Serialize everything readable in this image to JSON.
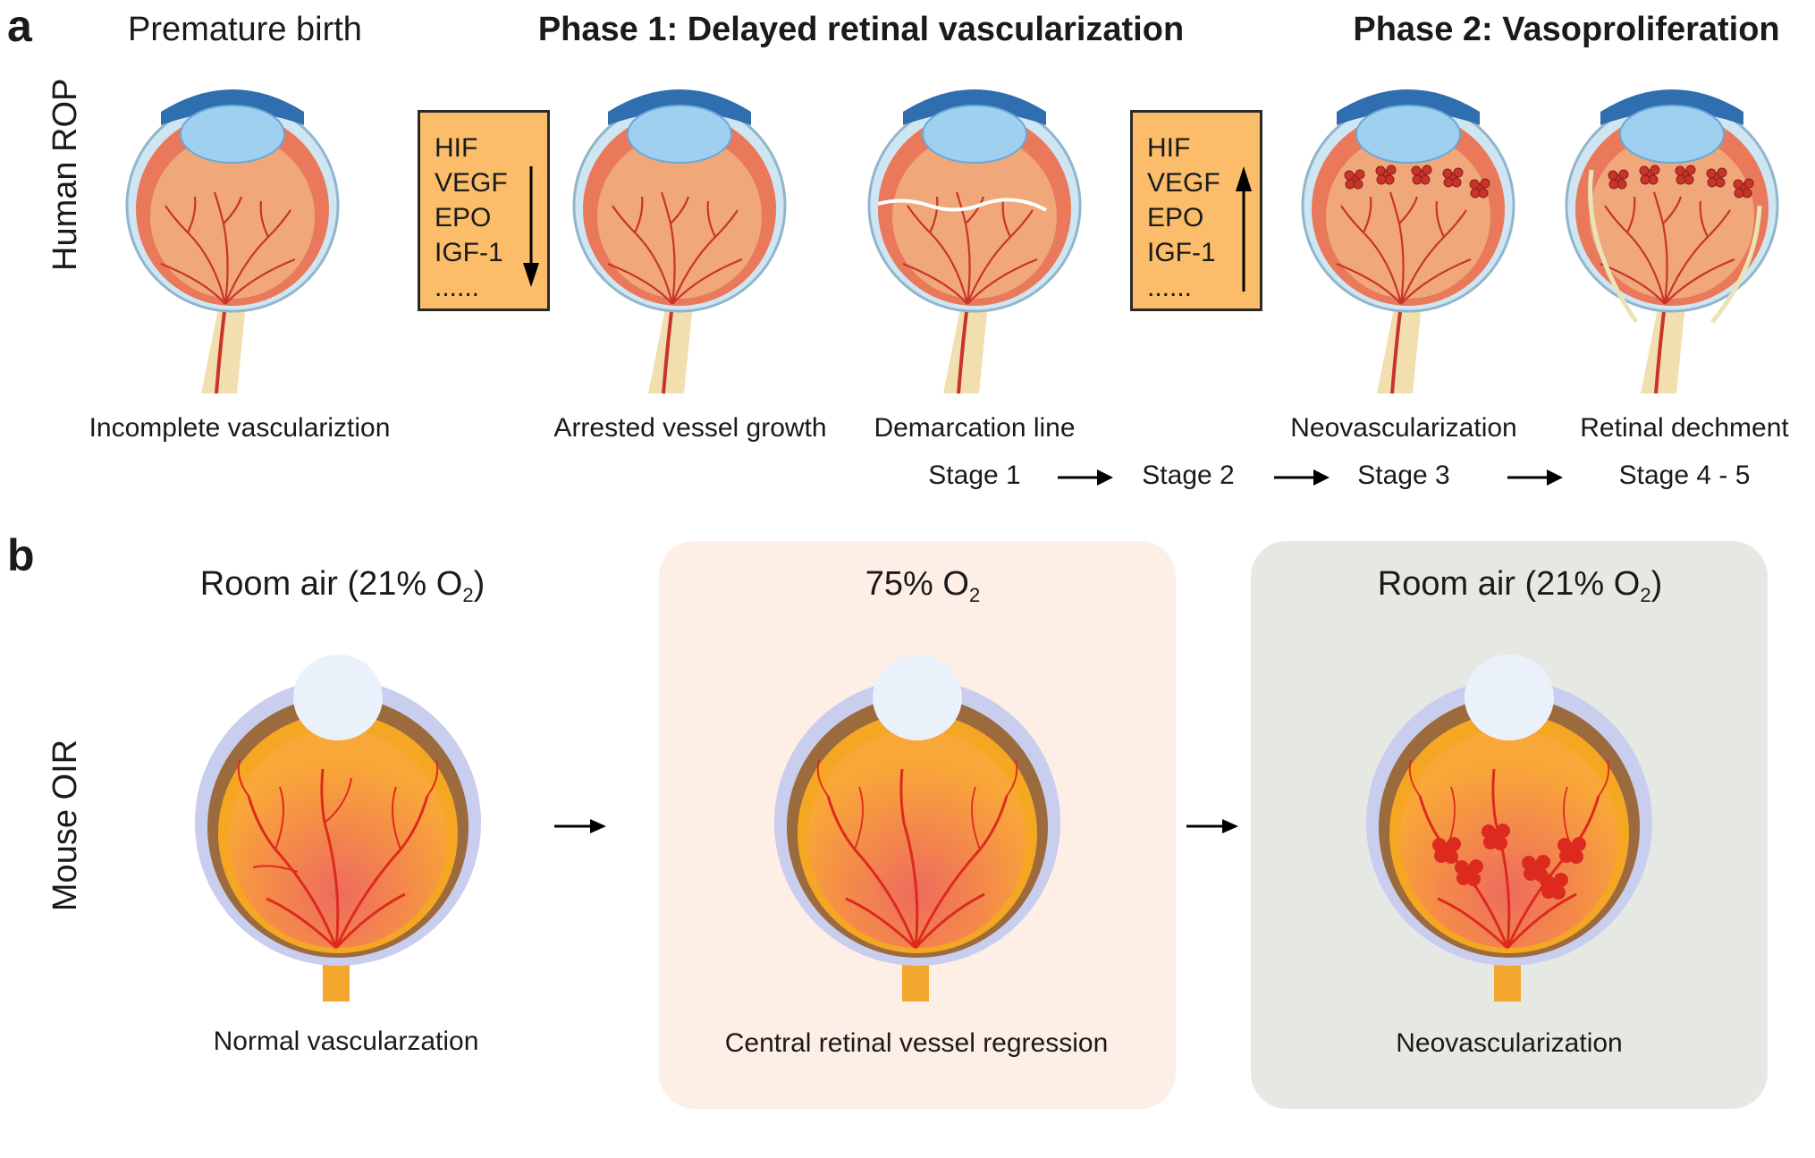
{
  "panel_a": {
    "letter": "a",
    "row_label": "Human ROP",
    "headers": {
      "premature": "Premature birth",
      "phase1": "Phase 1: Delayed retinal vascularization",
      "phase2": "Phase 2: Vasoproliferation"
    },
    "captions": [
      "Incomplete vasculariztion",
      "Arrested vessel growth",
      "Demarcation line",
      "Neovascularization",
      "Retinal dechment"
    ],
    "factor_box_down": {
      "items": [
        "HIF",
        "VEGF",
        "EPO",
        "IGF-1",
        "......"
      ],
      "trend": "down"
    },
    "factor_box_up": {
      "items": [
        "HIF",
        "VEGF",
        "EPO",
        "IGF-1",
        "......"
      ],
      "trend": "up"
    },
    "stages": [
      "Stage 1",
      "Stage 2",
      "Stage 3",
      "Stage 4 - 5"
    ]
  },
  "panel_b": {
    "letter": "b",
    "row_label": "Mouse OIR",
    "conditions": [
      {
        "label": "Room air (21% O",
        "sub": "2",
        "close": ")",
        "caption": "Normal vascularzation",
        "background": "#ffffff"
      },
      {
        "label": "75% O",
        "sub": "2",
        "close": "",
        "caption": "Central retinal vessel regression",
        "background": "#fdeee6"
      },
      {
        "label": "Room air (21% O",
        "sub": "2",
        "close": ")",
        "caption": "Neovascularization",
        "background": "#e6e9e3"
      }
    ]
  },
  "colors": {
    "retina_red": "#e8442c",
    "factor_box": "#fbbd6a",
    "oxygen_panel": "#fdeee6",
    "room_air_panel": "#e6e9e3"
  }
}
